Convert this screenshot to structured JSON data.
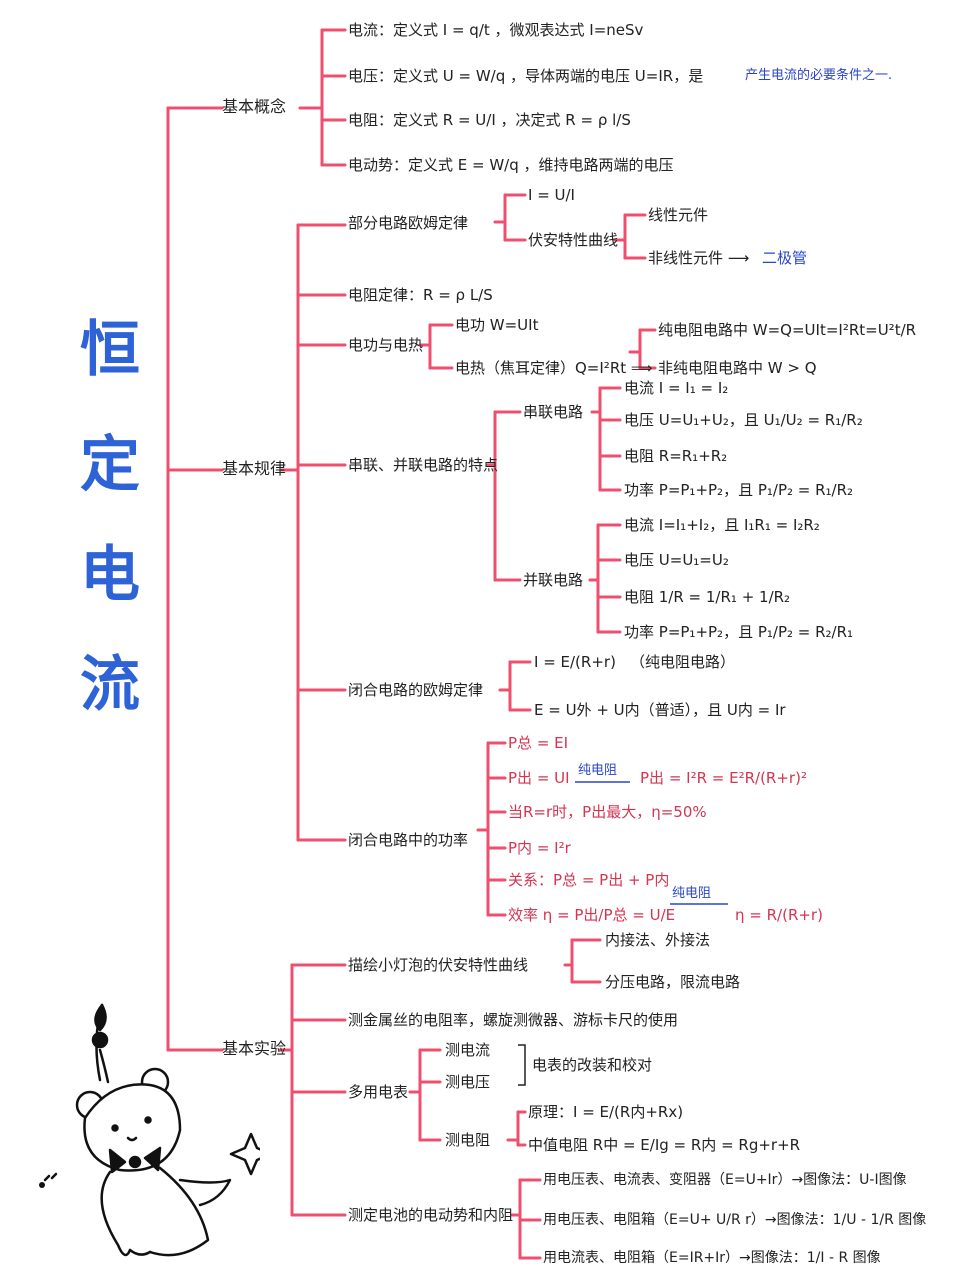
{
  "title_chars": [
    "恒",
    "定",
    "电",
    "流"
  ],
  "categories": {
    "concepts": "基本概念",
    "laws": "基本规律",
    "experiments": "基本实验"
  },
  "concepts": [
    "电流：定义式 I = q/t ，微观表达式 I=neSv",
    "电压：定义式 U = W/q ，导体两端的电压 U=IR，是",
    "电阻：定义式 R = U/I ，决定式 R = ρ l/S",
    "电动势：定义式 E = W/q ，维持电路两端的电压"
  ],
  "concept_voltage_tail": "产生电流的必要条件之一.",
  "ohm_partial": {
    "label": "部分电路欧姆定律",
    "formula": "I = U/I",
    "curve": "伏安特性曲线",
    "linear": "线性元件",
    "nonlinear": "非线性元件 ⟶",
    "diode": "二极管"
  },
  "resistance_law": "电阻定律：R = ρ L/S",
  "work_heat": {
    "label": "电功与电热",
    "work": "电功 W=UIt",
    "heat": "电热（焦耳定律）Q=I²Rt ⟹",
    "pure": "纯电阻电路中 W=Q=UIt=I²Rt=U²t/R",
    "nonpure": "非纯电阻电路中  W > Q"
  },
  "series_parallel": {
    "label": "串联、并联电路的特点",
    "series": "串联电路",
    "series_items": [
      "电流 I = I₁ = I₂",
      "电压 U=U₁+U₂，且 U₁/U₂ = R₁/R₂",
      "电阻 R=R₁+R₂",
      "功率 P=P₁+P₂，且 P₁/P₂ = R₁/R₂"
    ],
    "parallel": "并联电路",
    "parallel_items": [
      "电流 I=I₁+I₂，且 I₁R₁ = I₂R₂",
      "电压 U=U₁=U₂",
      "电阻 1/R = 1/R₁ + 1/R₂",
      "功率 P=P₁+P₂，且 P₁/P₂ = R₂/R₁"
    ]
  },
  "closed_ohm": {
    "label": "闭合电路的欧姆定律",
    "f1": "I = E/(R+r)",
    "f1_note": "（纯电阻电路）",
    "f2": "E = U外 + U内（普适），且 U内 = Ir"
  },
  "closed_power": {
    "label": "闭合电路中的功率",
    "items": [
      "P总 = EI",
      "P出 = UI",
      "当R=r时，P出最大，η=50%",
      "P内 = I²r",
      "关系：P总 = P出 + P内",
      "效率 η = P出/P总 = U/E"
    ],
    "pure_tag": "纯电阻",
    "p_out_tail": "P出 = I²R = E²R/(R+r)²",
    "eff_tail": "η = R/(R+r)"
  },
  "experiments": {
    "lamp": "描绘小灯泡的伏安特性曲线",
    "lamp_items": [
      "内接法、外接法",
      "分压电路，限流电路"
    ],
    "resistivity": "测金属丝的电阻率，螺旋测微器、游标卡尺的使用",
    "multimeter": "多用电表",
    "multimeter_items": [
      "测电流",
      "测电压",
      "测电阻"
    ],
    "meter_note": "电表的改装和校对",
    "principle": "原理：I = E/(R内+Rx)",
    "midvalue": "中值电阻 R中 = E/Ig = R内 = Rg+r+R",
    "emf": "测定电池的电动势和内阻",
    "emf_items": [
      "用电压表、电流表、变阻器（E=U+Ir）→图像法：U-I图像",
      "用电压表、电阻箱（E=U+ U/R r）→图像法：1/U - 1/R 图像",
      "用电流表、电阻箱（E=IR+Ir）→图像法：1/I - R 图像"
    ]
  },
  "colors": {
    "line": "#ef4f6e",
    "title": "#2e63d8",
    "red_text": "#d63450",
    "blue_text": "#2b45c9"
  }
}
